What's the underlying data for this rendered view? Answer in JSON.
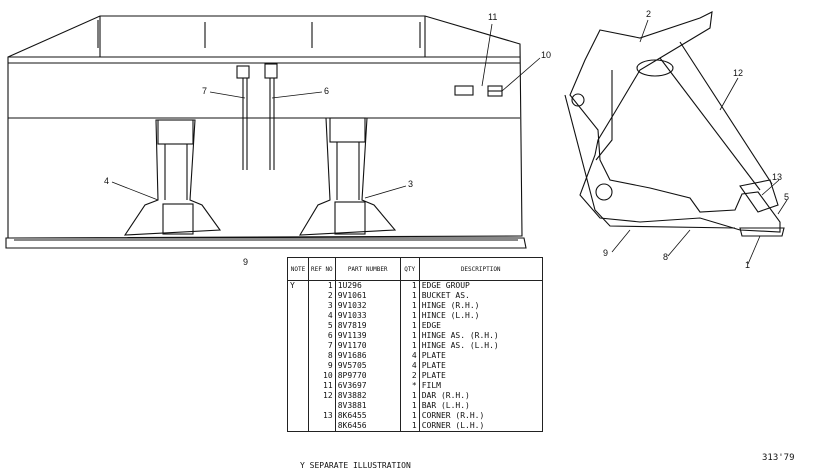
{
  "callouts": {
    "c1": "1",
    "c2": "2",
    "c3": "3",
    "c4": "4",
    "c5": "5",
    "c6": "6",
    "c7": "7",
    "c8": "8",
    "c9": "9",
    "c9b": "9",
    "c10": "10",
    "c11": "11",
    "c12": "12",
    "c13": "13"
  },
  "table": {
    "headers": {
      "note": "NOTE",
      "ref": "REF NO",
      "part": "PART NUMBER",
      "qty": "QTY",
      "desc": "DESCRIPTION"
    },
    "rows": [
      {
        "note": "Y",
        "ref": "1",
        "part": "1U296",
        "qty": "1",
        "desc": "EDGE  GROUP"
      },
      {
        "note": "",
        "ref": "2",
        "part": "9V1061",
        "qty": "1",
        "desc": "BUCKET AS."
      },
      {
        "note": "",
        "ref": "3",
        "part": "9V1032",
        "qty": "1",
        "desc": "  HINGE  (R.H.)"
      },
      {
        "note": "",
        "ref": "4",
        "part": "9V1033",
        "qty": "1",
        "desc": "  HINCE  (L.H.)"
      },
      {
        "note": "",
        "ref": "5",
        "part": "8V7819",
        "qty": "1",
        "desc": "  EDGE"
      },
      {
        "note": "",
        "ref": "6",
        "part": "9V1139",
        "qty": "1",
        "desc": "  HINGE AS. (R.H.)"
      },
      {
        "note": "",
        "ref": "7",
        "part": "9V1170",
        "qty": "1",
        "desc": "  HINGE  AS.  (L.H.)"
      },
      {
        "note": "",
        "ref": "8",
        "part": "9V1686",
        "qty": "4",
        "desc": "  PLATE"
      },
      {
        "note": "",
        "ref": "9",
        "part": "9V5705",
        "qty": "4",
        "desc": "  PLATE"
      },
      {
        "note": "",
        "ref": "10",
        "part": "8P9770",
        "qty": "2",
        "desc": "  PLATE"
      },
      {
        "note": "",
        "ref": "11",
        "part": "6V3697",
        "qty": "*",
        "desc": "  FILM"
      },
      {
        "note": "",
        "ref": "12",
        "part": "8V3882",
        "qty": "1",
        "desc": "  DAR  (R.H.)"
      },
      {
        "note": "",
        "ref": "",
        "part": "8V3881",
        "qty": "1",
        "desc": "  BAR  (L.H.)"
      },
      {
        "note": "",
        "ref": "13",
        "part": "8K6455",
        "qty": "1",
        "desc": "  CORNER  (R.H.)"
      },
      {
        "note": "",
        "ref": "",
        "part": "8K6456",
        "qty": "1",
        "desc": "  CORNER  (L.H.)"
      }
    ]
  },
  "footnote": "Y    SEPARATE  ILLUSTRATION",
  "drawing_number": "313'79"
}
